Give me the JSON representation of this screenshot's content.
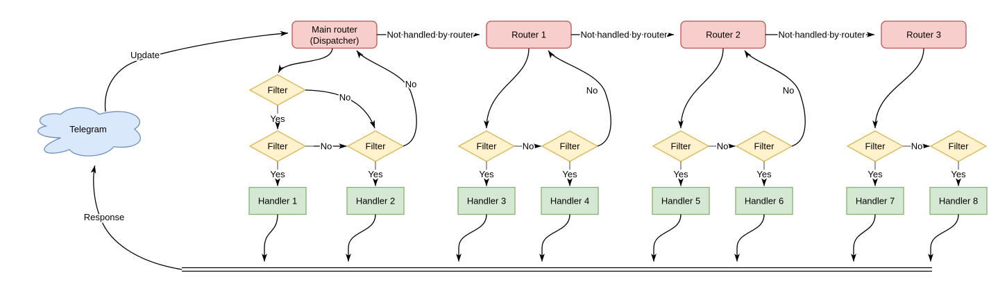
{
  "cloud": {
    "label": "Telegram"
  },
  "routers": {
    "main": [
      "Main router",
      "(Dispatcher)"
    ],
    "others": [
      "Router 1",
      "Router 2",
      "Router 3"
    ]
  },
  "labels": {
    "filter": "Filter",
    "yes": "Yes",
    "no": "No",
    "not_handled": "Not handled by router",
    "update": "Update",
    "response": "Response"
  },
  "handlers": [
    "Handler 1",
    "Handler 2",
    "Handler 3",
    "Handler 4",
    "Handler 5",
    "Handler 6",
    "Handler 7",
    "Handler 8"
  ],
  "colors": {
    "router_fill": "#f8cecc",
    "router_stroke": "#b85450",
    "filter_fill": "#fff2cc",
    "filter_stroke": "#d6b656",
    "handler_fill": "#d5e8d4",
    "handler_stroke": "#82b366",
    "cloud_fill": "#dae8fc",
    "cloud_stroke": "#6c8ebf",
    "edge": "#000000",
    "stub": "#7a7a7a"
  }
}
